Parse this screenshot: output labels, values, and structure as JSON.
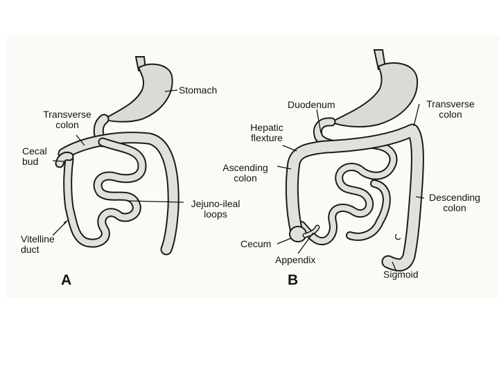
{
  "panels": {
    "a": "A",
    "b": "B"
  },
  "labels": {
    "a": {
      "stomach": "Stomach",
      "transverse_colon": "Transverse\ncolon",
      "cecal_bud": "Cecal\nbud",
      "jejuno_ileal_loops": "Jejuno-ileal\nloops",
      "vitelline_duct": "Vitelline\nduct"
    },
    "b": {
      "duodenum": "Duodenum",
      "transverse_colon": "Transverse\ncolon",
      "hepatic_flexture": "Hepatic\nflexture",
      "ascending_colon": "Ascending\ncolon",
      "descending_colon": "Descending\ncolon",
      "cecum": "Cecum",
      "appendix": "Appendix",
      "sigmoid": "Sigmoid"
    }
  },
  "colors": {
    "background": "#fbfaf6",
    "tube_outline": "#1a1a1a",
    "tube_fill": "#e2e0db",
    "ink": "#111111"
  }
}
